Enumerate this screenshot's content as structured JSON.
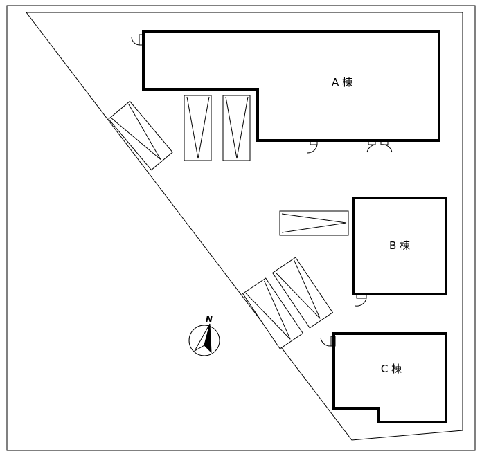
{
  "buildings": {
    "a": {
      "label": "A 棟"
    },
    "b": {
      "label": "B 棟"
    },
    "c": {
      "label": "C 棟"
    }
  },
  "compass": {
    "label": "N"
  }
}
